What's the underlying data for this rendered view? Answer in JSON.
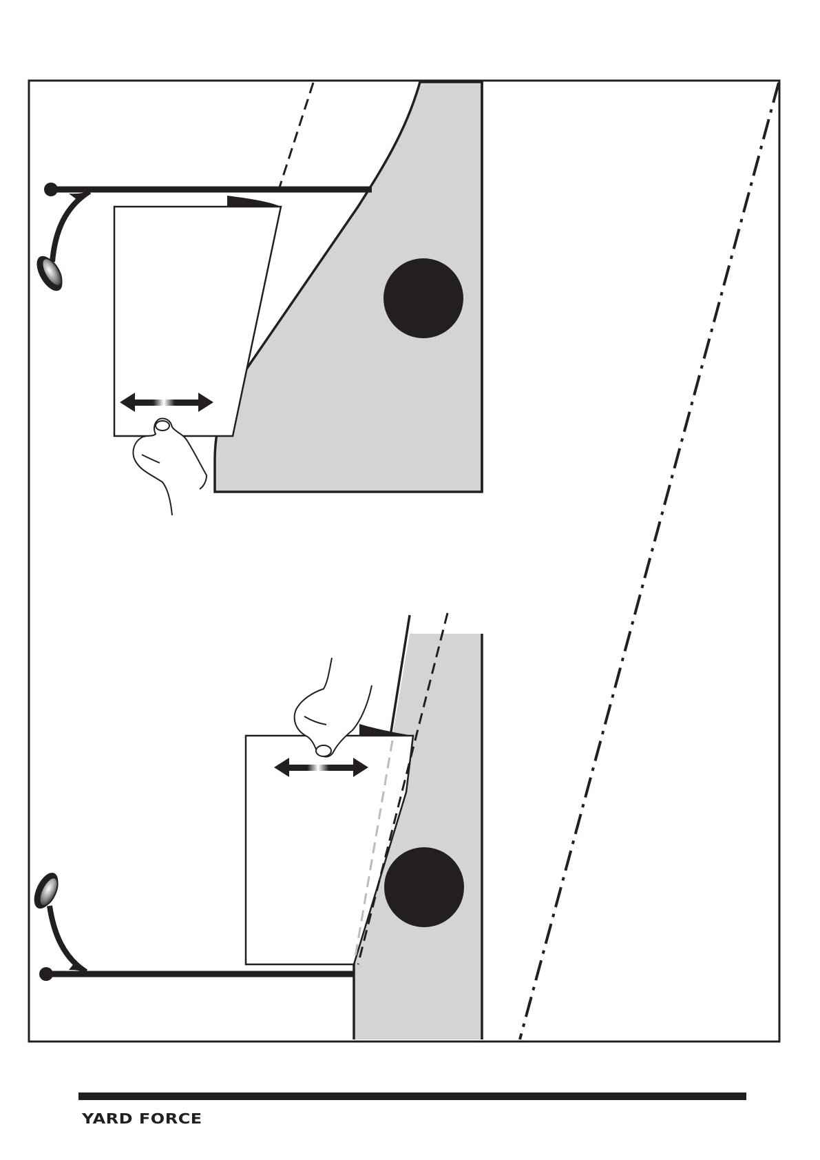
{
  "illustration": {
    "subject": "lens-adjustment-diagram",
    "colors": {
      "ink": "#231f20",
      "panel": "#d4d4d4",
      "paper": "#ffffff"
    },
    "adjustment_arrow_icon": "double-headed-arrow"
  },
  "footer": {
    "brand": "YARD FORCE"
  }
}
